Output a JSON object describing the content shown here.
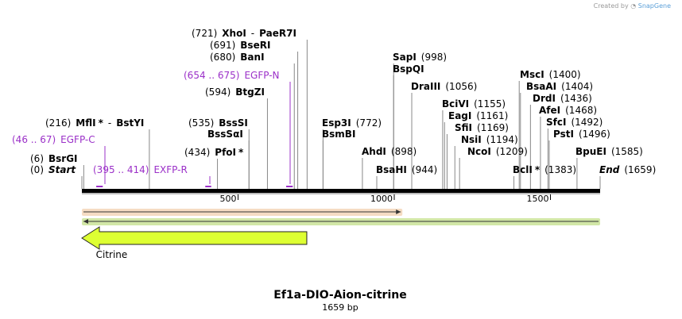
{
  "credit": {
    "prefix": "Created by",
    "brand": "SnapGene"
  },
  "plasmid": {
    "name": "Ef1a-DIO-Aion-citrine",
    "length_label": "1659 bp",
    "length": 1659
  },
  "ruler": {
    "ticks": [
      {
        "pos": 500,
        "label": "500"
      },
      {
        "pos": 1000,
        "label": "1000"
      },
      {
        "pos": 1500,
        "label": "1500"
      }
    ]
  },
  "sites": [
    {
      "pos": 6,
      "parts": [
        {
          "t": "(6)",
          "w": "n"
        },
        {
          "t": "BsrGI",
          "w": "b"
        }
      ]
    },
    {
      "pos": 0,
      "parts": [
        {
          "t": "(0)",
          "w": "n"
        },
        {
          "t": "Start",
          "w": "bi"
        }
      ]
    },
    {
      "pos": 216,
      "parts": [
        {
          "t": "(216)",
          "w": "n"
        },
        {
          "t": "MflI",
          "w": "b"
        },
        {
          "t": "*",
          "w": "b"
        },
        {
          "t": "-",
          "w": "n"
        },
        {
          "t": "BstYI",
          "w": "b"
        }
      ]
    },
    {
      "pos": 434,
      "parts": [
        {
          "t": "(434)",
          "w": "n"
        },
        {
          "t": "PfoI",
          "w": "b"
        },
        {
          "t": "*",
          "w": "b"
        }
      ]
    },
    {
      "pos": 535,
      "parts": [
        {
          "t": "(535)",
          "w": "n"
        },
        {
          "t": "BssSI",
          "w": "b"
        }
      ]
    },
    {
      "pos": 535,
      "parts": [
        {
          "t": "BssSαI",
          "w": "b"
        }
      ]
    },
    {
      "pos": 594,
      "parts": [
        {
          "t": "(594)",
          "w": "n"
        },
        {
          "t": "BtgZI",
          "w": "b"
        }
      ]
    },
    {
      "pos": 680,
      "parts": [
        {
          "t": "(680)",
          "w": "n"
        },
        {
          "t": "BanI",
          "w": "b"
        }
      ]
    },
    {
      "pos": 691,
      "parts": [
        {
          "t": "(691)",
          "w": "n"
        },
        {
          "t": "BseRI",
          "w": "b"
        }
      ]
    },
    {
      "pos": 721,
      "parts": [
        {
          "t": "(721)",
          "w": "n"
        },
        {
          "t": "XhoI",
          "w": "b"
        },
        {
          "t": "-",
          "w": "n"
        },
        {
          "t": "PaeR7I",
          "w": "b"
        }
      ]
    },
    {
      "pos": 772,
      "parts": [
        {
          "t": "Esp3I",
          "w": "b"
        },
        {
          "t": "(772)",
          "w": "n"
        }
      ]
    },
    {
      "pos": 772,
      "parts": [
        {
          "t": "BsmBI",
          "w": "b"
        }
      ]
    },
    {
      "pos": 898,
      "parts": [
        {
          "t": "AhdI",
          "w": "b"
        },
        {
          "t": "(898)",
          "w": "n"
        }
      ]
    },
    {
      "pos": 944,
      "parts": [
        {
          "t": "BsaHI",
          "w": "b"
        },
        {
          "t": "(944)",
          "w": "n"
        }
      ]
    },
    {
      "pos": 998,
      "parts": [
        {
          "t": "SapI",
          "w": "b"
        },
        {
          "t": "(998)",
          "w": "n"
        }
      ]
    },
    {
      "pos": 998,
      "parts": [
        {
          "t": "BspQI",
          "w": "b"
        }
      ]
    },
    {
      "pos": 1056,
      "parts": [
        {
          "t": "DraIII",
          "w": "b"
        },
        {
          "t": "(1056)",
          "w": "n"
        }
      ]
    },
    {
      "pos": 1155,
      "parts": [
        {
          "t": "BciVI",
          "w": "b"
        },
        {
          "t": "(1155)",
          "w": "n"
        }
      ]
    },
    {
      "pos": 1161,
      "parts": [
        {
          "t": "EagI",
          "w": "b"
        },
        {
          "t": "(1161)",
          "w": "n"
        }
      ]
    },
    {
      "pos": 1169,
      "parts": [
        {
          "t": "SfiI",
          "w": "b"
        },
        {
          "t": "(1169)",
          "w": "n"
        }
      ]
    },
    {
      "pos": 1194,
      "parts": [
        {
          "t": "NsiI",
          "w": "b"
        },
        {
          "t": "(1194)",
          "w": "n"
        }
      ]
    },
    {
      "pos": 1209,
      "parts": [
        {
          "t": "NcoI",
          "w": "b"
        },
        {
          "t": "(1209)",
          "w": "n"
        }
      ]
    },
    {
      "pos": 1383,
      "parts": [
        {
          "t": "BclI",
          "w": "b"
        },
        {
          "t": "*",
          "w": "b"
        },
        {
          "t": "(1383)",
          "w": "n"
        }
      ]
    },
    {
      "pos": 1400,
      "parts": [
        {
          "t": "MscI",
          "w": "b"
        },
        {
          "t": "(1400)",
          "w": "n"
        }
      ]
    },
    {
      "pos": 1404,
      "parts": [
        {
          "t": "BsaAI",
          "w": "b"
        },
        {
          "t": "(1404)",
          "w": "n"
        }
      ]
    },
    {
      "pos": 1436,
      "parts": [
        {
          "t": "DrdI",
          "w": "b"
        },
        {
          "t": "(1436)",
          "w": "n"
        }
      ]
    },
    {
      "pos": 1468,
      "parts": [
        {
          "t": "AfeI",
          "w": "b"
        },
        {
          "t": "(1468)",
          "w": "n"
        }
      ]
    },
    {
      "pos": 1492,
      "parts": [
        {
          "t": "SfcI",
          "w": "b"
        },
        {
          "t": "(1492)",
          "w": "n"
        }
      ]
    },
    {
      "pos": 1496,
      "parts": [
        {
          "t": "PstI",
          "w": "b"
        },
        {
          "t": "(1496)",
          "w": "n"
        }
      ]
    },
    {
      "pos": 1585,
      "parts": [
        {
          "t": "BpuEI",
          "w": "b"
        },
        {
          "t": "(1585)",
          "w": "n"
        }
      ]
    },
    {
      "pos": 1659,
      "parts": [
        {
          "t": "End",
          "w": "bi"
        },
        {
          "t": "(1659)",
          "w": "n"
        }
      ]
    }
  ],
  "primers": [
    {
      "name": "EGFP-C",
      "range": "(46 .. 67)",
      "start": 46,
      "end": 67
    },
    {
      "name": "EXFP-R",
      "range": "(395 .. 414)",
      "start": 395,
      "end": 414
    },
    {
      "name": "EGFP-N",
      "range": "(654 .. 675)",
      "start": 654,
      "end": 675
    }
  ],
  "features": [
    {
      "name": "",
      "start": 0,
      "end": 1026,
      "direction": "forward",
      "color": "#E8B27A"
    },
    {
      "name": "",
      "start": 0,
      "end": 1659,
      "direction": "reverse",
      "color": "#9BC93B"
    },
    {
      "name": "Citrine",
      "start": 0,
      "end": 720,
      "direction": "reverse",
      "color": "#DDFF33"
    }
  ],
  "colors": {
    "primer": "#9B30C8",
    "backbone": "#000000"
  }
}
